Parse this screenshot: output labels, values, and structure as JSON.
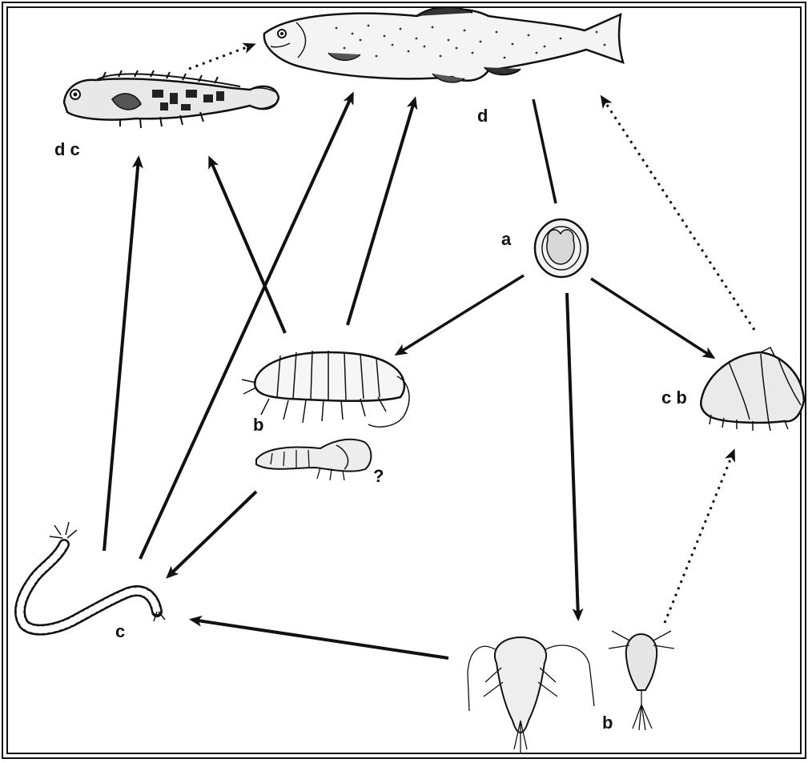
{
  "diagram": {
    "labels": {
      "salmon": "d",
      "blenny": "d c",
      "egg": "a",
      "amphipod": "b",
      "shrimp_mark": "?",
      "barnacle": "c b",
      "worm": "c",
      "copepods": "b"
    },
    "organisms": [
      "fish",
      "blenny",
      "egg",
      "amphipod",
      "shrimp",
      "barnacle",
      "worm",
      "copepod-nauplius",
      "copepod-adult"
    ],
    "arrow_style": {
      "solid": "#111111",
      "dotted": "#111111"
    }
  }
}
